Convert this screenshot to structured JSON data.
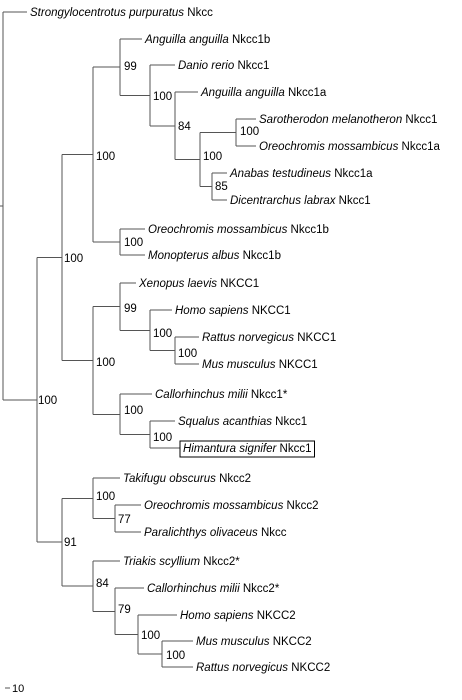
{
  "taxa": [
    {
      "id": "t1",
      "genus_species": "Strongylocentrotus purpuratus",
      "gene": "Nkcc"
    },
    {
      "id": "t2",
      "genus_species": "Anguilla anguilla",
      "gene": "Nkcc1b"
    },
    {
      "id": "t3",
      "genus_species": "Danio rerio",
      "gene": "Nkcc1"
    },
    {
      "id": "t4",
      "genus_species": "Anguilla anguilla",
      "gene": "Nkcc1a"
    },
    {
      "id": "t5",
      "genus_species": "Sarotherodon melanotheron",
      "gene": "Nkcc1"
    },
    {
      "id": "t6",
      "genus_species": "Oreochromis mossambicus",
      "gene": "Nkcc1a"
    },
    {
      "id": "t7",
      "genus_species": "Anabas testudineus",
      "gene": "Nkcc1a"
    },
    {
      "id": "t8",
      "genus_species": "Dicentrarchus labrax",
      "gene": "Nkcc1"
    },
    {
      "id": "t9",
      "genus_species": "Oreochromis mossambicus",
      "gene": "Nkcc1b"
    },
    {
      "id": "t10",
      "genus_species": "Monopterus albus",
      "gene": "Nkcc1b"
    },
    {
      "id": "t11",
      "genus_species": "Xenopus laevis",
      "gene": "NKCC1"
    },
    {
      "id": "t12",
      "genus_species": "Homo sapiens",
      "gene": "NKCC1"
    },
    {
      "id": "t13",
      "genus_species": "Rattus norvegicus",
      "gene": "NKCC1"
    },
    {
      "id": "t14",
      "genus_species": "Mus musculus",
      "gene": "NKCC1"
    },
    {
      "id": "t15",
      "genus_species": "Callorhinchus milii",
      "gene": "Nkcc1*"
    },
    {
      "id": "t16",
      "genus_species": "Squalus acanthias",
      "gene": "Nkcc1"
    },
    {
      "id": "t17",
      "genus_species": "Himantura signifer",
      "gene": "Nkcc1",
      "highlighted": true
    },
    {
      "id": "t18",
      "genus_species": "Takifugu obscurus",
      "gene": "Nkcc2"
    },
    {
      "id": "t19",
      "genus_species": "Oreochromis mossambicus",
      "gene": "Nkcc2"
    },
    {
      "id": "t20",
      "genus_species": "Paralichthys olivaceus",
      "gene": "Nkcc"
    },
    {
      "id": "t21",
      "genus_species": "Triakis scyllium",
      "gene": "Nkcc2*"
    },
    {
      "id": "t22",
      "genus_species": "Callorhinchus milii",
      "gene": "Nkcc2*"
    },
    {
      "id": "t23",
      "genus_species": "Homo sapiens",
      "gene": "NKCC2"
    },
    {
      "id": "t24",
      "genus_species": "Mus musculus",
      "gene": "NKCC2"
    },
    {
      "id": "t25",
      "genus_species": "Rattus norvegicus",
      "gene": "NKCC2"
    }
  ],
  "supports": {
    "n_dr_aa1a": "100",
    "n_aa1b": "99",
    "n_perc1a": "84",
    "n_sar_ore": "100",
    "n_ab_dic": "85",
    "n_perc_in": "100",
    "n_1b": "100",
    "n_fish1": "100",
    "n_mam1": "100",
    "n_rat_mus": "100",
    "n_tetra": "99",
    "n_sq_hi": "100",
    "n_chond": "100",
    "n_nkcc1": "100",
    "n_ore_par": "77",
    "n_teleo2": "100",
    "n_rat2_mus2": "100",
    "n_mam2": "100",
    "n_cm2": "79",
    "n_chond2": "84",
    "n_nkcc2": "91",
    "n_vert": "100"
  },
  "scale_bar": {
    "label": "10"
  }
}
